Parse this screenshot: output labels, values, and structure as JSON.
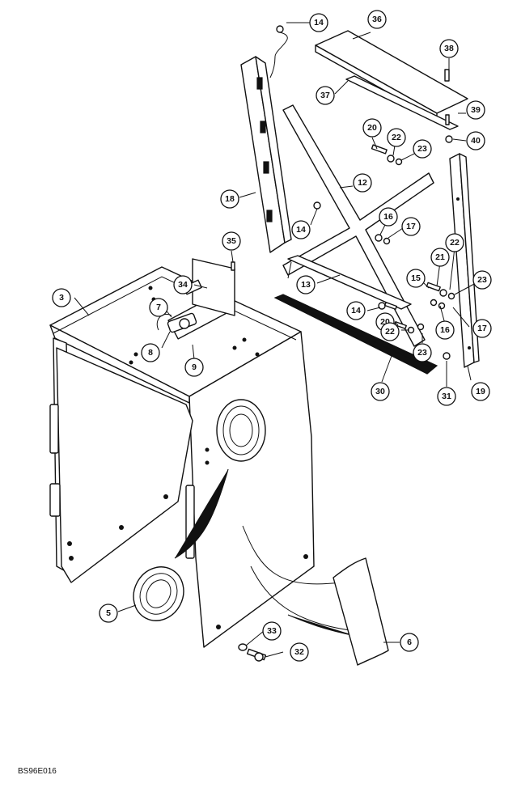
{
  "figure_id": "BS96E016",
  "callouts": [
    "14",
    "36",
    "38",
    "37",
    "39",
    "40",
    "20",
    "22",
    "23",
    "12",
    "18",
    "16",
    "17",
    "14",
    "35",
    "22",
    "21",
    "23",
    "13",
    "15",
    "34",
    "3",
    "7",
    "14",
    "20",
    "16",
    "17",
    "8",
    "9",
    "22",
    "23",
    "30",
    "31",
    "19",
    "5",
    "33",
    "32",
    "6"
  ]
}
